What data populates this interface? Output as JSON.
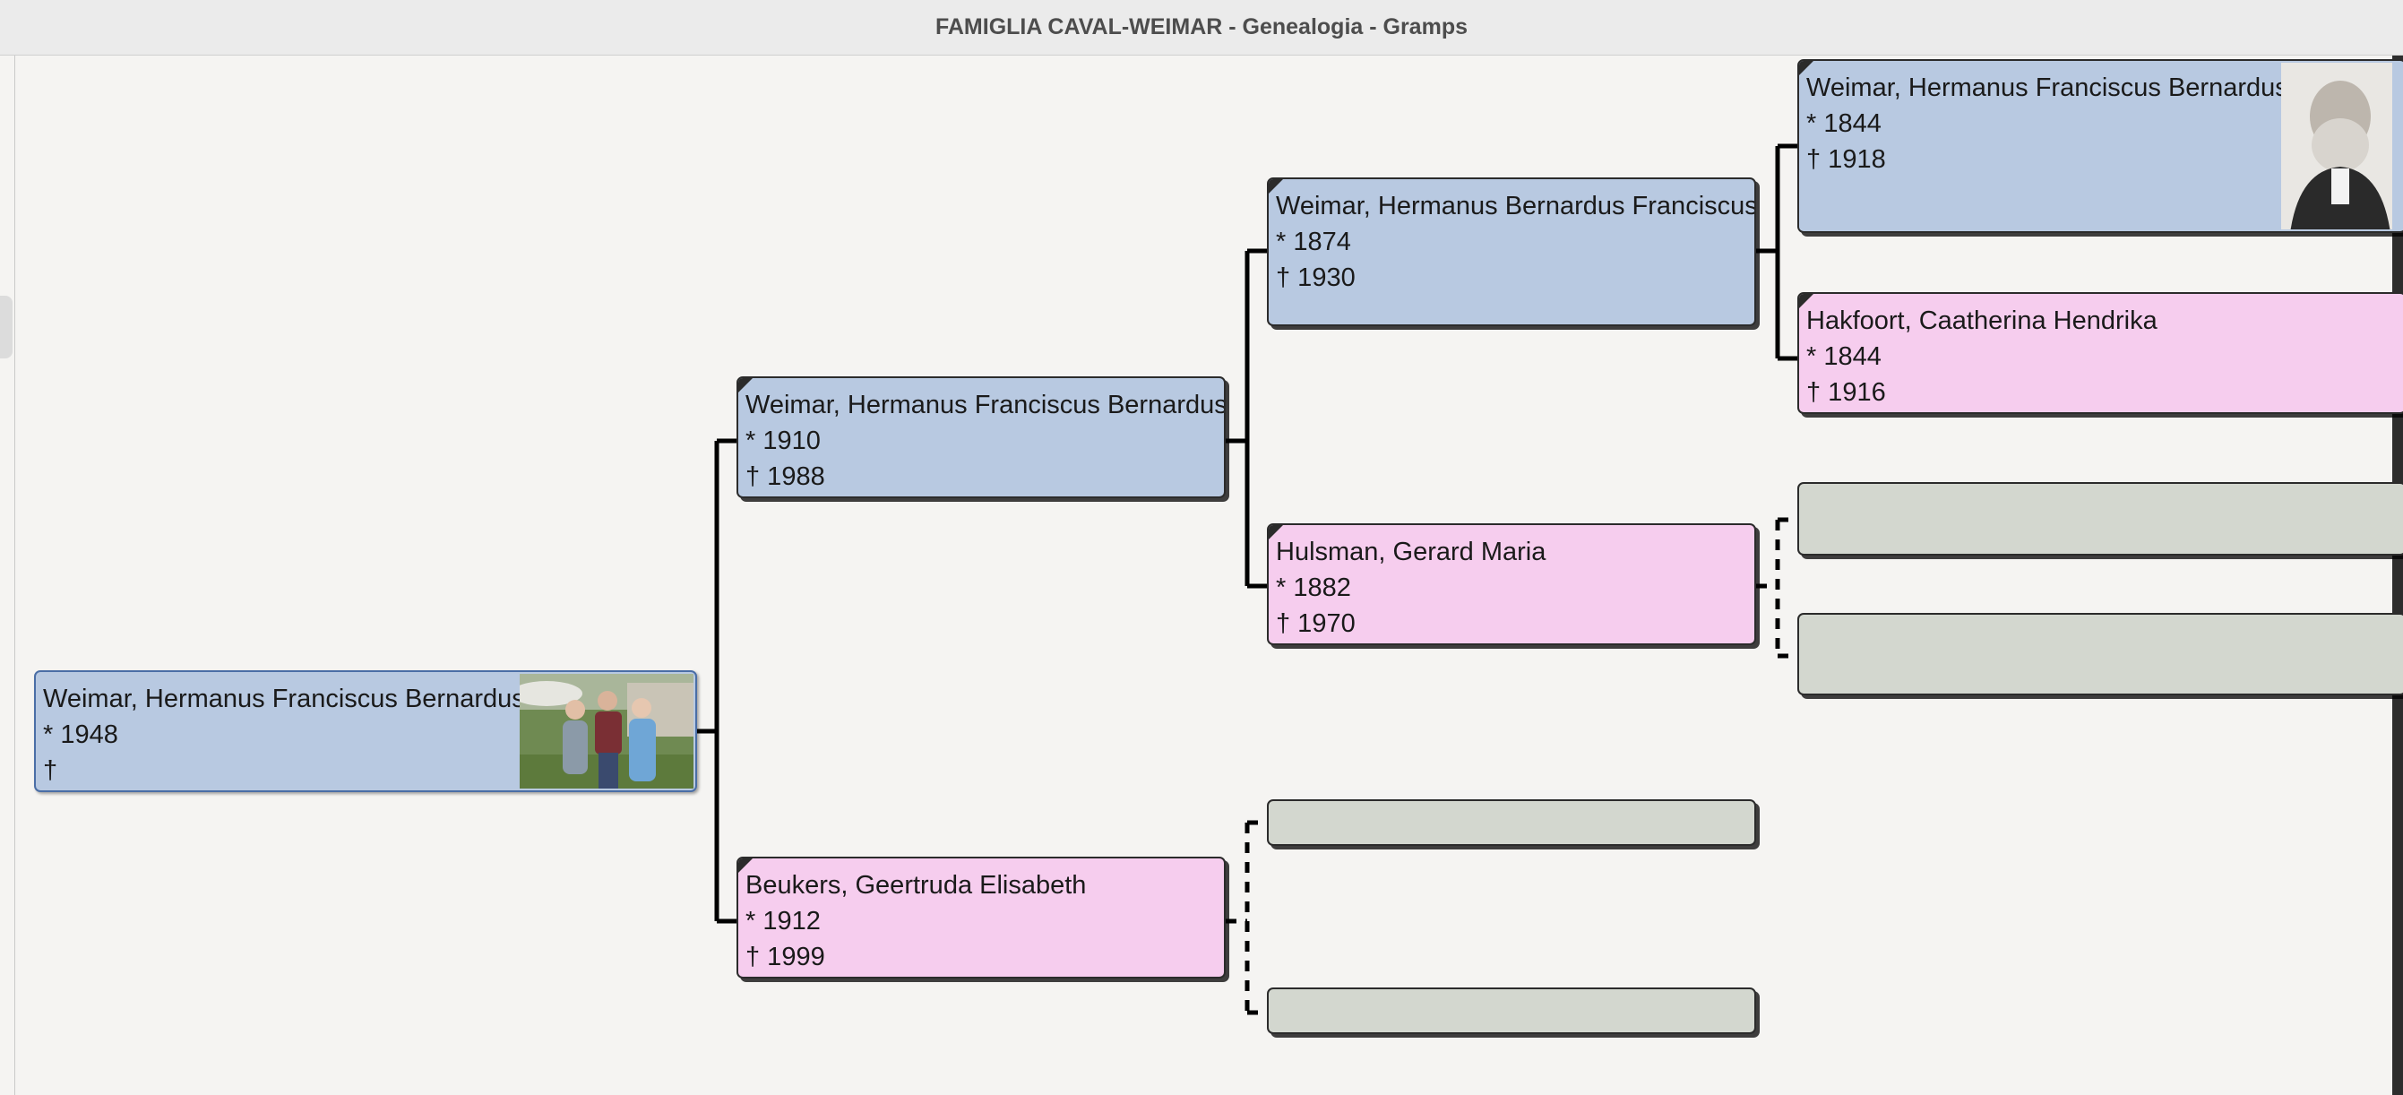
{
  "window": {
    "title": "FAMIGLIA CAVAL-WEIMAR - Genealogia - Gramps"
  },
  "people": {
    "root": {
      "name": "Weimar, Hermanus Franciscus Bernardus",
      "birth": "* 1948",
      "death": "†"
    },
    "father": {
      "name": "Weimar, Hermanus Franciscus Bernardus",
      "birth": "* 1910",
      "death": "† 1988"
    },
    "mother": {
      "name": "Beukers, Geertruda Elisabeth",
      "birth": "* 1912",
      "death": "† 1999"
    },
    "pgf": {
      "name": "Weimar, Hermanus Bernardus Franciscus",
      "birth": "* 1874",
      "death": "† 1930"
    },
    "pgm": {
      "name": "Hulsman, Gerard Maria",
      "birth": "* 1882",
      "death": "† 1970"
    },
    "pggf": {
      "name": "Weimar, Hermanus Franciscus Bernardus",
      "birth": "* 1844",
      "death": "† 1918"
    },
    "pggm": {
      "name": "Hakfoort, Caatherina Hendrika",
      "birth": "* 1844",
      "death": "† 1916"
    }
  },
  "colors": {
    "male": "#b8c9e1",
    "female": "#f6cdee",
    "empty": "#d3d7cf"
  }
}
